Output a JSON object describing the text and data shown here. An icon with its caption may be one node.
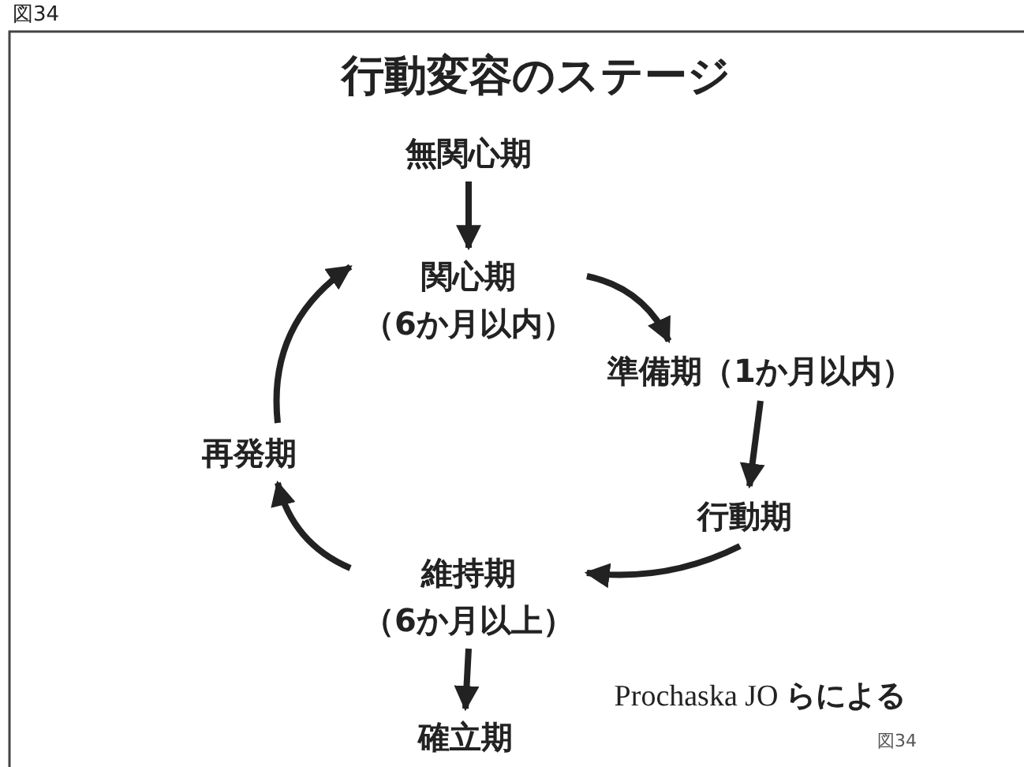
{
  "diagram": {
    "title": "行動変容のステージ",
    "nodes": [
      {
        "text": [
          "無関心期"
        ]
      },
      {
        "text": [
          "関心期",
          "（6か月以内）"
        ]
      },
      {
        "text": [
          "準備期（1か月以内）"
        ]
      },
      {
        "text": [
          "行動期"
        ]
      },
      {
        "text": [
          "維持期",
          "（6か月以上）"
        ]
      },
      {
        "text": [
          "再発期"
        ]
      },
      {
        "text": [
          "確立期"
        ]
      }
    ],
    "edges": [
      {
        "from": 0,
        "to": 1,
        "arrow": "to"
      },
      {
        "from": 1,
        "to": 2,
        "arrow": "to"
      },
      {
        "from": 2,
        "to": 3,
        "arrow": "to"
      },
      {
        "from": 3,
        "to": 4,
        "arrow": "to"
      },
      {
        "from": 4,
        "to": 5,
        "arrow": "to"
      },
      {
        "from": 5,
        "to": 1,
        "arrow": "to"
      },
      {
        "from": 4,
        "to": 6,
        "arrow": "to"
      }
    ],
    "labels": [
      "図34",
      "Prochaska JO **らによる**",
      "図34"
    ]
  }
}
